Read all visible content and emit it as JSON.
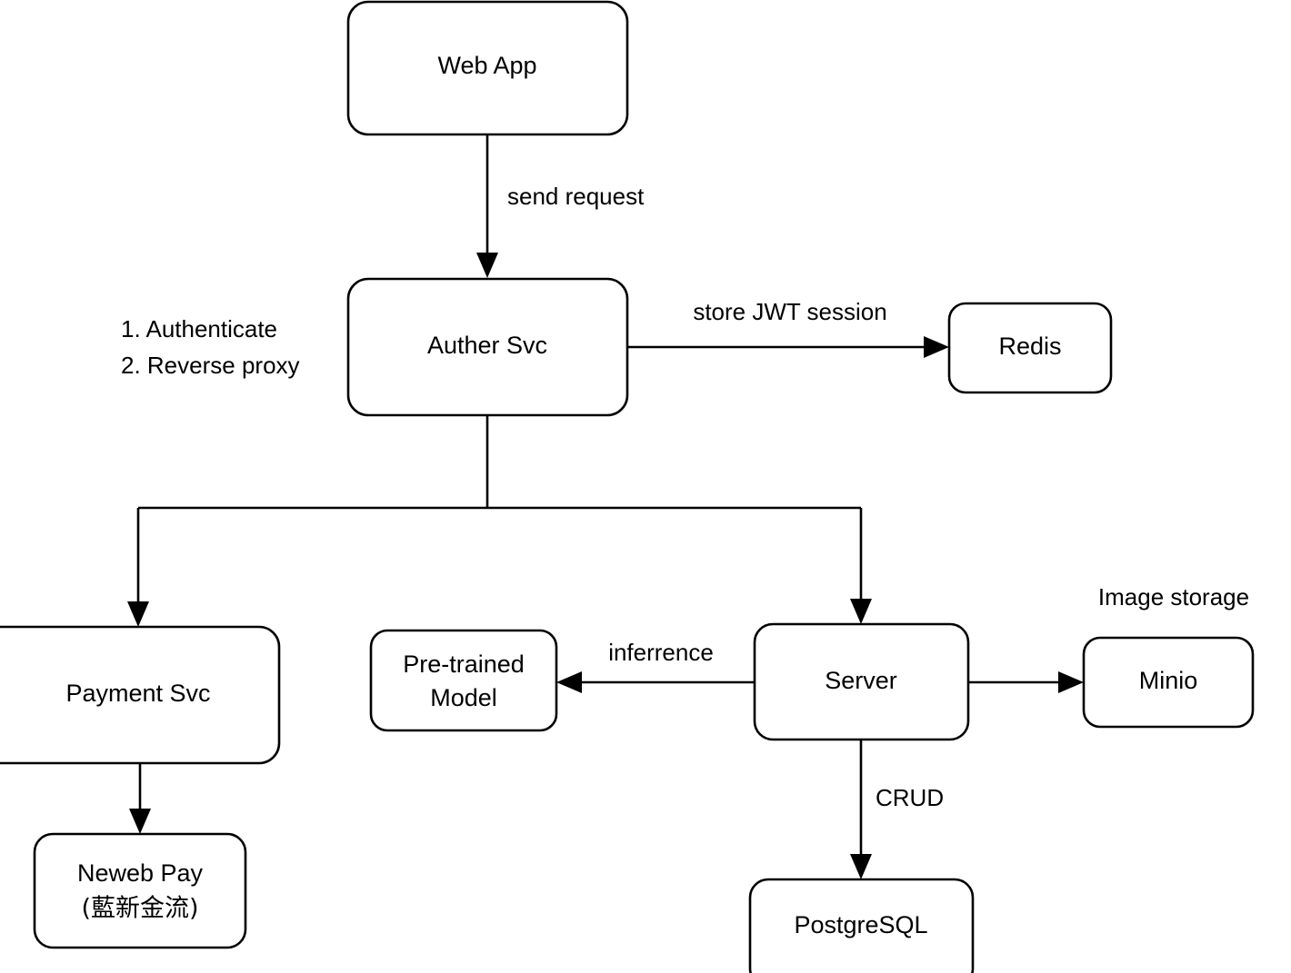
{
  "diagram": {
    "title": "System architecture flow diagram",
    "background_color": "#ffffff",
    "stroke_color": "#000000",
    "text_color": "#000000",
    "nodes": [
      {
        "id": "web_app",
        "label": "Web App"
      },
      {
        "id": "auther_svc",
        "label": "Auther Svc"
      },
      {
        "id": "redis",
        "label": "Redis"
      },
      {
        "id": "payment_svc",
        "label": "Payment Svc"
      },
      {
        "id": "neweb_pay",
        "label_line1": "Neweb Pay",
        "label_line2": "(藍新金流)"
      },
      {
        "id": "pretrained",
        "label_line1": "Pre-trained",
        "label_line2": "Model"
      },
      {
        "id": "server",
        "label": "Server"
      },
      {
        "id": "minio",
        "label": "Minio"
      },
      {
        "id": "postgresql",
        "label": "PostgreSQL"
      }
    ],
    "edge_labels": {
      "web_to_auther": "send request",
      "auther_to_redis": "store JWT session",
      "server_to_model": "inferrence",
      "server_to_postgres": "CRUD"
    },
    "notes": {
      "auther_steps_line1": "1. Authenticate",
      "auther_steps_line2": "2. Reverse proxy",
      "image_storage": "Image storage"
    }
  }
}
